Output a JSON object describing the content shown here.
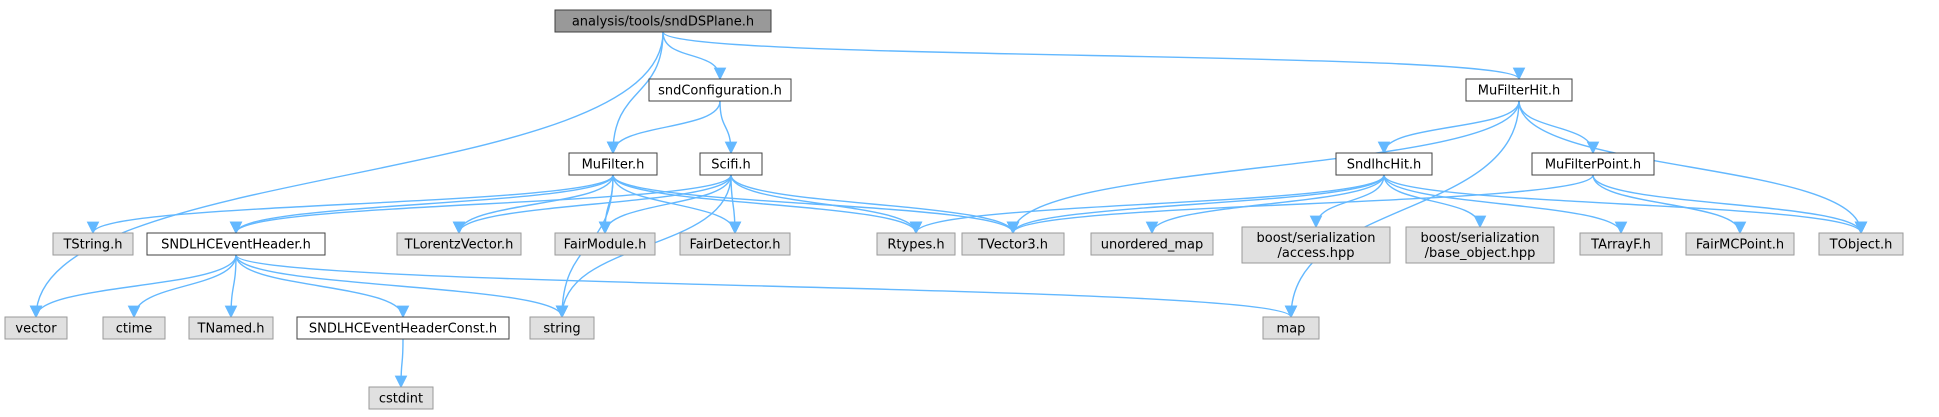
{
  "colors": {
    "edge": "#63B8FF",
    "root_fill": "#999999",
    "project_fill": "#FFFFFF",
    "external_fill": "#E0E0E0",
    "border_dark": "#404040",
    "border_light": "#999999"
  },
  "nodes": [
    {
      "id": "root",
      "lines": [
        "analysis/tools/sndDSPlane.h"
      ],
      "kind": "root"
    },
    {
      "id": "sndConfiguration",
      "lines": [
        "sndConfiguration.h"
      ],
      "kind": "project"
    },
    {
      "id": "MuFilterHit",
      "lines": [
        "MuFilterHit.h"
      ],
      "kind": "project"
    },
    {
      "id": "MuFilter",
      "lines": [
        "MuFilter.h"
      ],
      "kind": "project"
    },
    {
      "id": "Scifi",
      "lines": [
        "Scifi.h"
      ],
      "kind": "project"
    },
    {
      "id": "SndlhcHit",
      "lines": [
        "SndlhcHit.h"
      ],
      "kind": "project"
    },
    {
      "id": "MuFilterPoint",
      "lines": [
        "MuFilterPoint.h"
      ],
      "kind": "project"
    },
    {
      "id": "TString",
      "lines": [
        "TString.h"
      ],
      "kind": "external"
    },
    {
      "id": "SNDLHCEventHeader",
      "lines": [
        "SNDLHCEventHeader.h"
      ],
      "kind": "project"
    },
    {
      "id": "TLorentzVector",
      "lines": [
        "TLorentzVector.h"
      ],
      "kind": "external"
    },
    {
      "id": "FairModule",
      "lines": [
        "FairModule.h"
      ],
      "kind": "external"
    },
    {
      "id": "FairDetector",
      "lines": [
        "FairDetector.h"
      ],
      "kind": "external"
    },
    {
      "id": "Rtypes",
      "lines": [
        "Rtypes.h"
      ],
      "kind": "external"
    },
    {
      "id": "TVector3",
      "lines": [
        "TVector3.h"
      ],
      "kind": "external"
    },
    {
      "id": "unordered_map",
      "lines": [
        "unordered_map"
      ],
      "kind": "external"
    },
    {
      "id": "boost_access",
      "lines": [
        "boost/serialization",
        "/access.hpp"
      ],
      "kind": "external"
    },
    {
      "id": "boost_base",
      "lines": [
        "boost/serialization",
        "/base_object.hpp"
      ],
      "kind": "external"
    },
    {
      "id": "TArrayF",
      "lines": [
        "TArrayF.h"
      ],
      "kind": "external"
    },
    {
      "id": "FairMCPoint",
      "lines": [
        "FairMCPoint.h"
      ],
      "kind": "external"
    },
    {
      "id": "TObject",
      "lines": [
        "TObject.h"
      ],
      "kind": "external"
    },
    {
      "id": "vector",
      "lines": [
        "vector"
      ],
      "kind": "external"
    },
    {
      "id": "ctime",
      "lines": [
        "ctime"
      ],
      "kind": "external"
    },
    {
      "id": "TNamed",
      "lines": [
        "TNamed.h"
      ],
      "kind": "external"
    },
    {
      "id": "SNDLHCEventHeaderConst",
      "lines": [
        "SNDLHCEventHeaderConst.h"
      ],
      "kind": "project"
    },
    {
      "id": "string",
      "lines": [
        "string"
      ],
      "kind": "external"
    },
    {
      "id": "map",
      "lines": [
        "map"
      ],
      "kind": "external"
    },
    {
      "id": "cstdint",
      "lines": [
        "cstdint"
      ],
      "kind": "external"
    }
  ],
  "edges": [
    [
      "root",
      "sndConfiguration"
    ],
    [
      "root",
      "MuFilter"
    ],
    [
      "root",
      "MuFilterHit"
    ],
    [
      "root",
      "vector"
    ],
    [
      "sndConfiguration",
      "MuFilter"
    ],
    [
      "sndConfiguration",
      "Scifi"
    ],
    [
      "MuFilterHit",
      "SndlhcHit"
    ],
    [
      "MuFilterHit",
      "MuFilterPoint"
    ],
    [
      "MuFilterHit",
      "TObject"
    ],
    [
      "MuFilterHit",
      "TVector3"
    ],
    [
      "MuFilterHit",
      "map"
    ],
    [
      "MuFilter",
      "TString"
    ],
    [
      "MuFilter",
      "SNDLHCEventHeader"
    ],
    [
      "MuFilter",
      "TLorentzVector"
    ],
    [
      "MuFilter",
      "FairModule"
    ],
    [
      "MuFilter",
      "FairDetector"
    ],
    [
      "MuFilter",
      "Rtypes"
    ],
    [
      "MuFilter",
      "TVector3"
    ],
    [
      "MuFilter",
      "string"
    ],
    [
      "Scifi",
      "SNDLHCEventHeader"
    ],
    [
      "Scifi",
      "TLorentzVector"
    ],
    [
      "Scifi",
      "FairModule"
    ],
    [
      "Scifi",
      "FairDetector"
    ],
    [
      "Scifi",
      "Rtypes"
    ],
    [
      "Scifi",
      "TVector3"
    ],
    [
      "Scifi",
      "string"
    ],
    [
      "SndlhcHit",
      "Rtypes"
    ],
    [
      "SndlhcHit",
      "TVector3"
    ],
    [
      "SndlhcHit",
      "unordered_map"
    ],
    [
      "SndlhcHit",
      "boost_access"
    ],
    [
      "SndlhcHit",
      "boost_base"
    ],
    [
      "SndlhcHit",
      "TArrayF"
    ],
    [
      "SndlhcHit",
      "TObject"
    ],
    [
      "MuFilterPoint",
      "TVector3"
    ],
    [
      "MuFilterPoint",
      "FairMCPoint"
    ],
    [
      "MuFilterPoint",
      "TObject"
    ],
    [
      "SNDLHCEventHeader",
      "vector"
    ],
    [
      "SNDLHCEventHeader",
      "ctime"
    ],
    [
      "SNDLHCEventHeader",
      "TNamed"
    ],
    [
      "SNDLHCEventHeader",
      "SNDLHCEventHeaderConst"
    ],
    [
      "SNDLHCEventHeader",
      "string"
    ],
    [
      "SNDLHCEventHeader",
      "map"
    ],
    [
      "SNDLHCEventHeaderConst",
      "cstdint"
    ]
  ]
}
